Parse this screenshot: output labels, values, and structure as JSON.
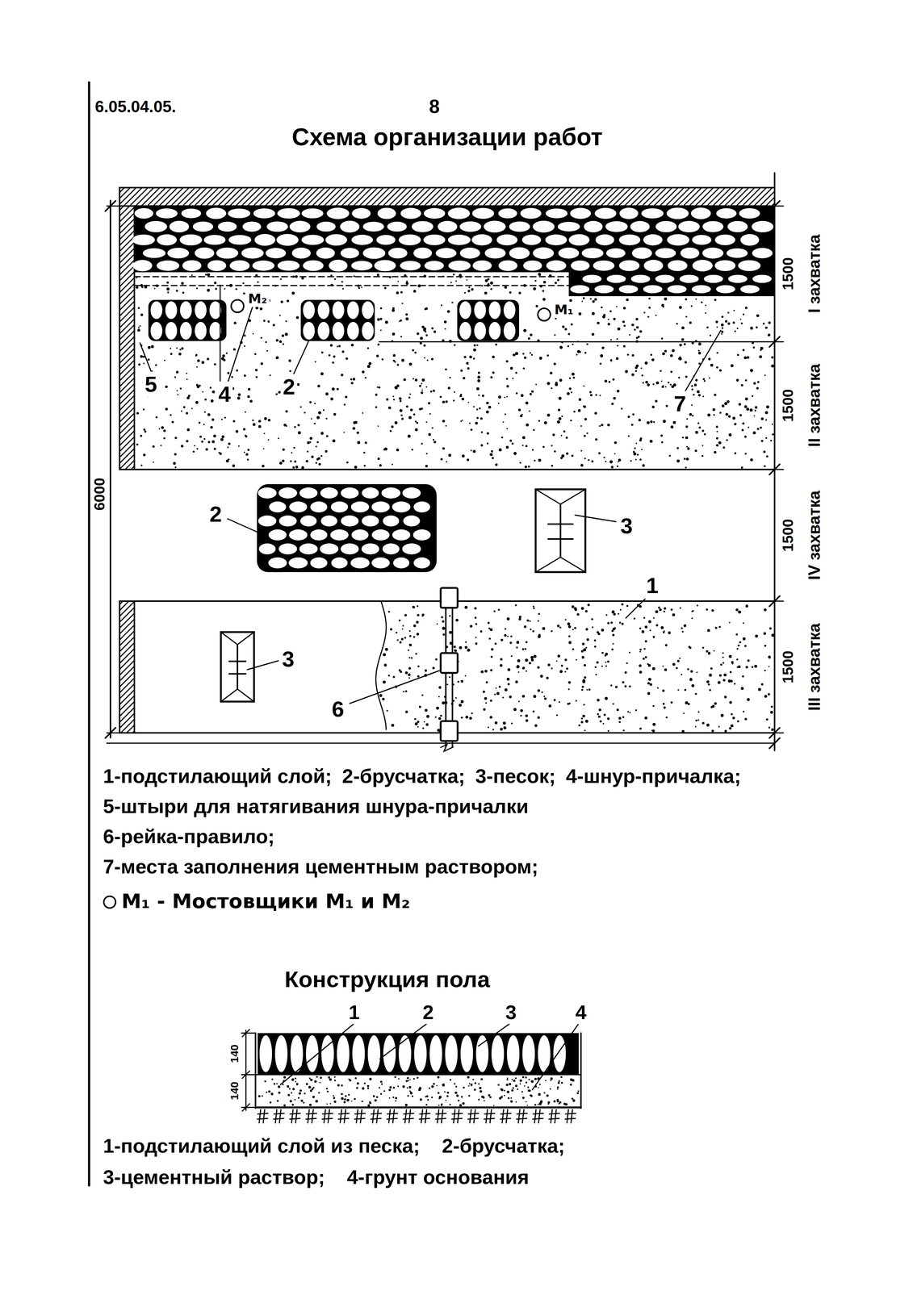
{
  "diagram": {
    "title": "Схема организации работ",
    "labels": [
      "6.05.04.05.",
      "8",
      "5",
      "4",
      "2",
      "М₂",
      "М₁",
      "7",
      "2",
      "3",
      "3",
      "6",
      "1",
      "6000",
      "1500",
      "1500",
      "1500",
      "1500",
      "I захватка",
      "II захватка",
      "IV захватка",
      "III захватка",
      "1-подстилающий слой;",
      "2-брусчатка;",
      "3-песок;",
      "4-шнур-причалка;",
      "5-штыри для натягивания шнура-причалки",
      "6-рейка-правило;",
      "7-места заполнения цементным раствором;",
      "М₁ - Мостовщики М₁ и М₂",
      "Конструкция пола",
      "1",
      "2",
      "3",
      "4",
      "140",
      "140",
      "1-подстилающий слой из песка;",
      "2-брусчатка;",
      "3-цементный раствор;",
      "4-грунт основания"
    ]
  }
}
